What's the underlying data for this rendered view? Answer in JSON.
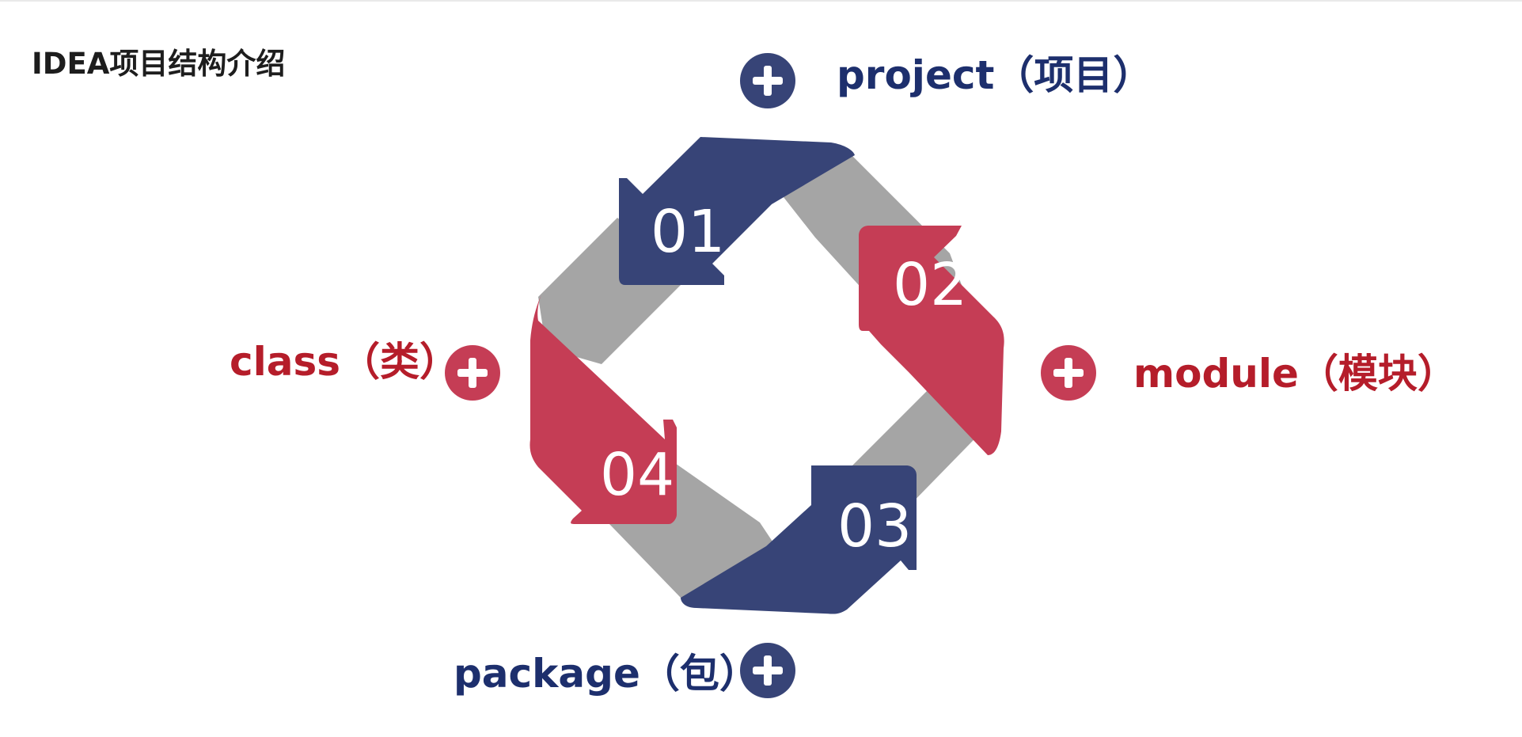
{
  "title": "IDEA项目结构介绍",
  "steps": [
    {
      "number": "01",
      "label": "project（项目）",
      "color": "#374477"
    },
    {
      "number": "02",
      "label": "module（模块）",
      "color": "#c53d55"
    },
    {
      "number": "03",
      "label": "package（包）",
      "color": "#374477"
    },
    {
      "number": "04",
      "label": "class（类）",
      "color": "#c53d55"
    }
  ],
  "colors": {
    "navy": "#374477",
    "red": "#c53d55",
    "gray": "#a5a5a5",
    "label_navy": "#1d2f6d",
    "label_red": "#b51d2a"
  },
  "icons": {
    "expand": "plus-circle-icon"
  }
}
